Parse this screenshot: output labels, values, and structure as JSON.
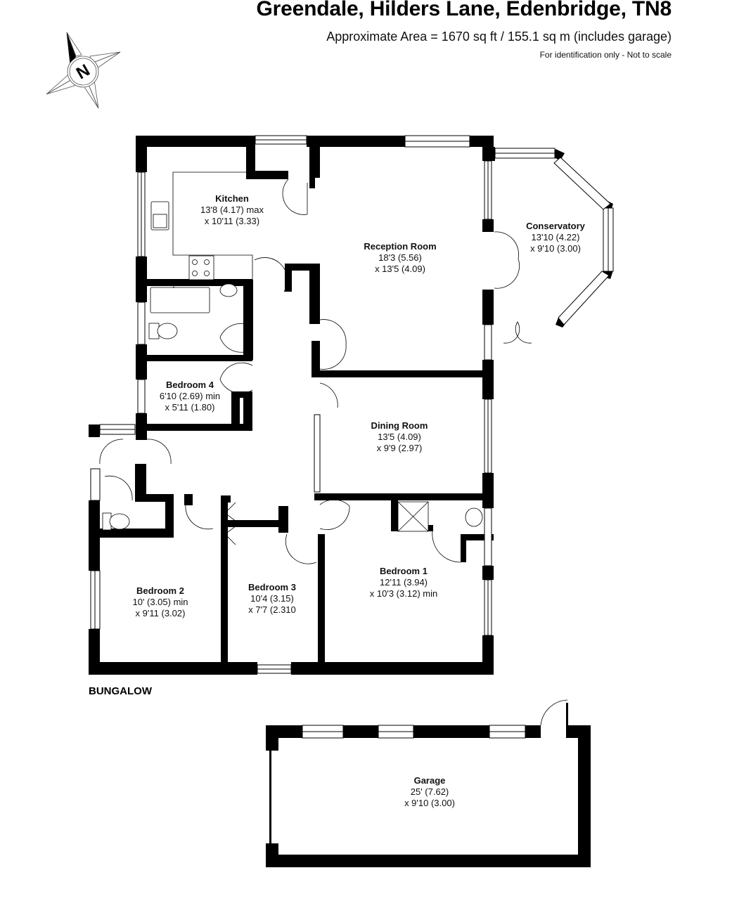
{
  "header": {
    "title": "Greendale, Hilders Lane, Edenbridge, TN8",
    "area": "Approximate Area = 1670 sq ft / 155.1 sq m (includes garage)",
    "disclaimer": "For identification only - Not to scale"
  },
  "compass": {
    "icon": "north-arrow-compass-icon",
    "label": "N"
  },
  "sections": [
    {
      "label": "BUNGALOW"
    }
  ],
  "rooms": {
    "kitchen": {
      "name": "Kitchen",
      "dim1": "13'8 (4.17) max",
      "dim2": "x 10'11 (3.33)"
    },
    "reception": {
      "name": "Reception Room",
      "dim1": "18'3 (5.56)",
      "dim2": "x 13'5 (4.09)"
    },
    "conservatory": {
      "name": "Conservatory",
      "dim1": "13'10 (4.22)",
      "dim2": "x 9'10 (3.00)"
    },
    "bedroom4": {
      "name": "Bedroom 4",
      "dim1": "6'10 (2.69) min",
      "dim2": "x 5'11 (1.80)"
    },
    "dining": {
      "name": "Dining Room",
      "dim1": "13'5 (4.09)",
      "dim2": "x 9'9 (2.97)"
    },
    "bedroom1": {
      "name": "Bedroom 1",
      "dim1": "12'11 (3.94)",
      "dim2": "x 10'3 (3.12) min"
    },
    "bedroom2": {
      "name": "Bedroom 2",
      "dim1": "10' (3.05) min",
      "dim2": "x 9'11 (3.02)"
    },
    "bedroom3": {
      "name": "Bedroom 3",
      "dim1": "10'4 (3.15)",
      "dim2": "x 7'7 (2.310"
    },
    "garage": {
      "name": "Garage",
      "dim1": "25' (7.62)",
      "dim2": "x 9'10 (3.00)"
    }
  },
  "colors": {
    "wall": "#000000",
    "background": "#ffffff",
    "text": "#111111"
  }
}
